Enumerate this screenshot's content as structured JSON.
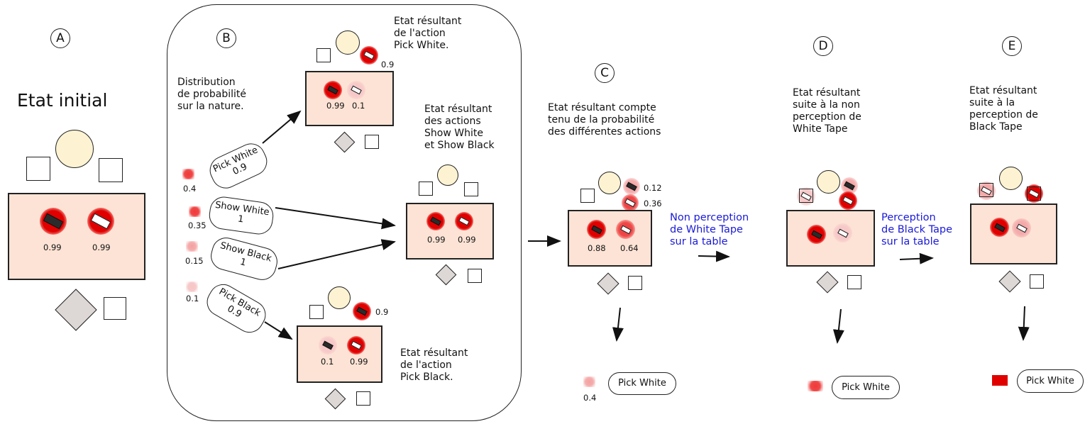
{
  "labels": {
    "a": "A",
    "b": "B",
    "c": "C",
    "d": "D",
    "e": "E"
  },
  "panel_a": {
    "title": "Etat initial",
    "value_black": "0.99",
    "value_white": "0.99"
  },
  "panel_b": {
    "distribution": "Distribution\nde probabilité\nsur la nature.",
    "pick_white_state": "Etat résultant\nde l'action\nPick White.",
    "pick_white_top_value": "0.9",
    "pick_white_values": [
      "0.99",
      "0.1"
    ],
    "show_state": "Etat résultant\ndes actions\nShow White\net Show Black",
    "show_values": [
      "0.99",
      "0.99"
    ],
    "pick_black_state": "Etat résultant\nde l'action\nPick Black.",
    "pick_black_top_value": "0.9",
    "pick_black_values": [
      "0.1",
      "0.99"
    ],
    "actions": [
      {
        "name": "Pick White",
        "prob": "0.9",
        "weight": "0.4"
      },
      {
        "name": "Show White",
        "prob": "1",
        "weight": "0.35"
      },
      {
        "name": "Show Black",
        "prob": "1",
        "weight": "0.15"
      },
      {
        "name": "Pick Black",
        "prob": "0.9",
        "weight": "0.1"
      }
    ]
  },
  "panel_c": {
    "caption": "Etat résultant compte\ntenu de la probabilité\ndes différentes actions",
    "top_black": "0.12",
    "top_white": "0.36",
    "table_values": [
      "0.88",
      "0.64"
    ],
    "action": "Pick White",
    "action_weight": "0.4",
    "transition": "Non perception\nde White Tape\nsur la table"
  },
  "panel_d": {
    "caption": "Etat résultant\nsuite à la non\nperception de\nWhite Tape",
    "action": "Pick White",
    "transition": "Perception\nde Black Tape\nsur la table"
  },
  "panel_e": {
    "caption": "Etat résultant\nsuite à la\nperception de\nBlack Tape",
    "action": "Pick White"
  },
  "colors": {
    "table_fill": "#fde3d5",
    "human_head": "#fdf3d2",
    "robot_body": "#ddd8d6",
    "tape_glow": "#e00000",
    "transition_text": "#1a1ad6"
  }
}
